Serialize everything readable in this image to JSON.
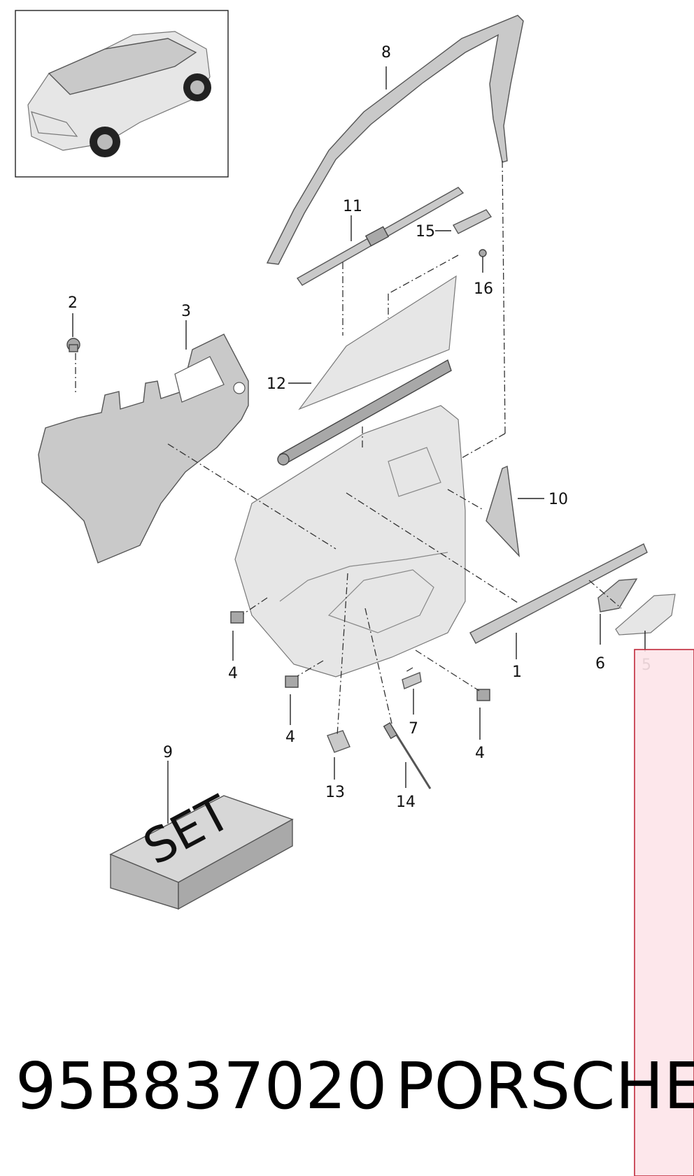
{
  "callouts": [
    {
      "id": "1",
      "label": "1"
    },
    {
      "id": "2",
      "label": "2"
    },
    {
      "id": "3",
      "label": "3"
    },
    {
      "id": "4a",
      "label": "4"
    },
    {
      "id": "4b",
      "label": "4"
    },
    {
      "id": "4c",
      "label": "4"
    },
    {
      "id": "5",
      "label": "5"
    },
    {
      "id": "6",
      "label": "6"
    },
    {
      "id": "7",
      "label": "7"
    },
    {
      "id": "8",
      "label": "8"
    },
    {
      "id": "9",
      "label": "9"
    },
    {
      "id": "10",
      "label": "10"
    },
    {
      "id": "11",
      "label": "11"
    },
    {
      "id": "12",
      "label": "12"
    },
    {
      "id": "13",
      "label": "13"
    },
    {
      "id": "14",
      "label": "14"
    },
    {
      "id": "15",
      "label": "15"
    },
    {
      "id": "16",
      "label": "16"
    }
  ],
  "set_box_label": "SET",
  "footer": {
    "part_number": "95B837020",
    "brand": "PORSCHE"
  },
  "colors": {
    "overlay_fill": "#fde3e8",
    "overlay_stroke": "#c0293a"
  }
}
